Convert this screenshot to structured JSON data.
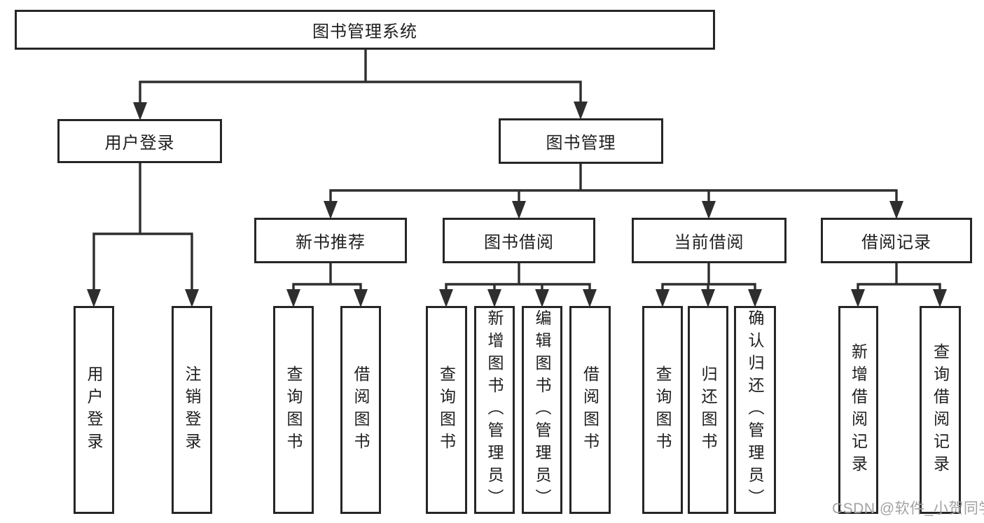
{
  "tree": {
    "label": "图书管理系统",
    "children": [
      {
        "label": "用户登录",
        "children": [
          {
            "label": "用户登录"
          },
          {
            "label": "注销登录"
          }
        ]
      },
      {
        "label": "图书管理",
        "children": [
          {
            "label": "新书推荐",
            "children": [
              {
                "label": "查询图书"
              },
              {
                "label": "借阅图书"
              }
            ]
          },
          {
            "label": "图书借阅",
            "children": [
              {
                "label": "查询图书"
              },
              {
                "label": "新增图书（管理员）"
              },
              {
                "label": "编辑图书（管理员）"
              },
              {
                "label": "借阅图书"
              }
            ]
          },
          {
            "label": "当前借阅",
            "children": [
              {
                "label": "查询图书"
              },
              {
                "label": "归还图书"
              },
              {
                "label": "确认归还（管理员）"
              }
            ]
          },
          {
            "label": "借阅记录",
            "children": [
              {
                "label": "新增借阅记录"
              },
              {
                "label": "查询借阅记录"
              }
            ]
          }
        ]
      }
    ]
  },
  "watermark": {
    "text": "CSDN @软件_小贺同学"
  },
  "colors": {
    "background": "#ffffff",
    "line": "#2e2e2e",
    "box_border": "#262626",
    "box_fill": "#ffffff",
    "text": "#1e1e1e",
    "watermark": "#a2a2a2"
  }
}
